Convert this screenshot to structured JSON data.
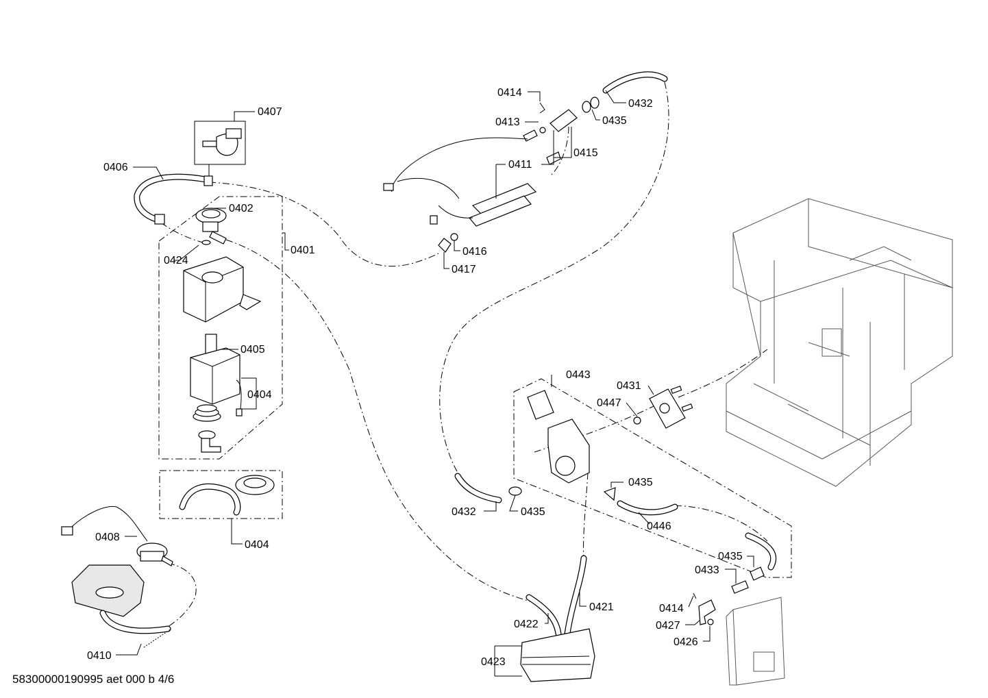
{
  "callouts": {
    "c0407": "0407",
    "c0406": "0406",
    "c0402": "0402",
    "c0401": "0401",
    "c0424": "0424",
    "c0405": "0405",
    "c0404a": "0404",
    "c0404b": "0404",
    "c0408": "0408",
    "c0410": "0410",
    "c0414a": "0414",
    "c0413": "0413",
    "c0432a": "0432",
    "c0435a": "0435",
    "c0411": "0411",
    "c0415": "0415",
    "c0416": "0416",
    "c0417": "0417",
    "c0443": "0443",
    "c0431": "0431",
    "c0447": "0447",
    "c0435b": "0435",
    "c0432b": "0432",
    "c0435c": "0435",
    "c0446": "0446",
    "c0435d": "0435",
    "c0433": "0433",
    "c0421": "0421",
    "c0422": "0422",
    "c0423": "0423",
    "c0414b": "0414",
    "c0427": "0427",
    "c0426": "0426"
  },
  "footer": "58300000190995 aet 000 b 4/6"
}
